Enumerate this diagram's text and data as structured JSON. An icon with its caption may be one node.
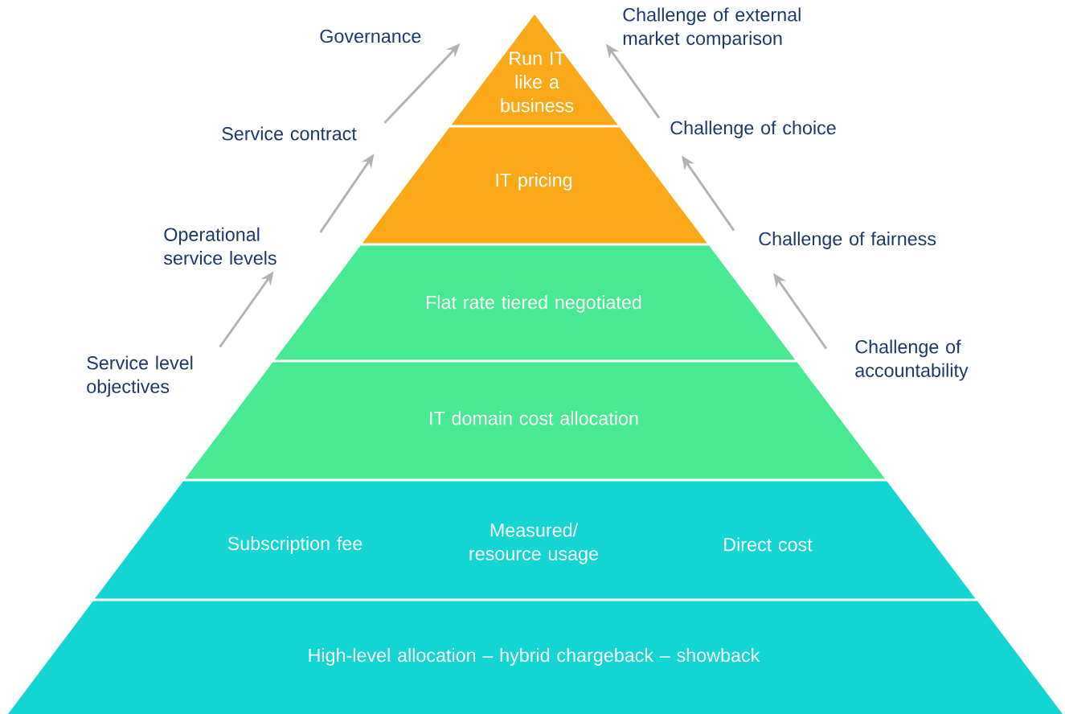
{
  "diagram": {
    "nodes": [
      {
        "text": [
          "Run IT like a business"
        ]
      },
      {
        "text": [
          "IT pricing"
        ]
      },
      {
        "text": [
          "Flat rate tiered negotiated"
        ]
      },
      {
        "text": [
          "IT domain cost allocation"
        ]
      },
      {
        "text": [
          "Subscription fee",
          "Measured/ resource usage",
          "Direct cost"
        ]
      },
      {
        "text": [
          "High-level allocation – hybrid chargeback – showback"
        ]
      },
      {
        "text": [
          "Service level objectives"
        ]
      },
      {
        "text": [
          "Operational service levels"
        ]
      },
      {
        "text": [
          "Service contract"
        ]
      },
      {
        "text": [
          "Governance"
        ]
      },
      {
        "text": [
          "Challenge of accountability"
        ]
      },
      {
        "text": [
          "Challenge of fairness"
        ]
      },
      {
        "text": [
          "Challenge of choice"
        ]
      },
      {
        "text": [
          "Challenge of external market comparison"
        ]
      }
    ],
    "edges": [
      {
        "from": 6,
        "to": 7,
        "arrow": "to"
      },
      {
        "from": 7,
        "to": 8,
        "arrow": "to"
      },
      {
        "from": 8,
        "to": 9,
        "arrow": "to"
      },
      {
        "from": 10,
        "to": 11,
        "arrow": "to"
      },
      {
        "from": 11,
        "to": 12,
        "arrow": "to"
      },
      {
        "from": 12,
        "to": 13,
        "arrow": "to"
      }
    ]
  }
}
